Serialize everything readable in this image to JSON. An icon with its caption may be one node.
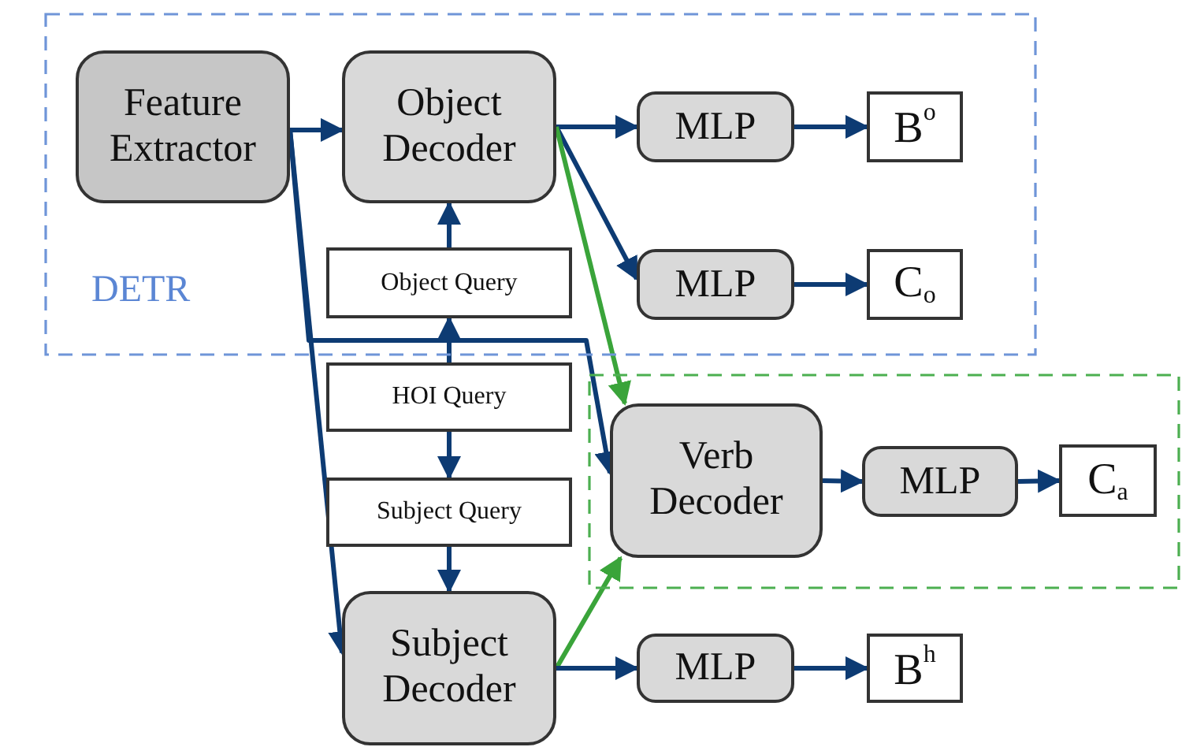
{
  "diagram": {
    "nodes": [
      {
        "text": [
          "DETR"
        ]
      },
      {
        "text": [
          "Feature Extractor"
        ],
        "in": 0
      },
      {
        "text": [
          "Object Decoder"
        ],
        "in": 0
      },
      {
        "text": [
          "MLP"
        ],
        "in": 0
      },
      {
        "text": [
          "B$^{o}$"
        ],
        "in": 0
      },
      {
        "text": [
          "MLP"
        ],
        "in": 0
      },
      {
        "text": [
          "C$_{o}$"
        ],
        "in": 0
      },
      {
        "text": [
          "Object Query"
        ],
        "in": 0
      },
      {
        "text": [],
        "shape": "box"
      },
      {
        "text": [
          "Verb Decoder"
        ],
        "in": 8
      },
      {
        "text": [
          "MLP"
        ],
        "in": 8
      },
      {
        "text": [
          "C$_{a}$"
        ],
        "in": 8
      },
      {
        "text": [
          "HOI Query"
        ]
      },
      {
        "text": [
          "Subject Query"
        ]
      },
      {
        "text": [
          "Subject Decoder"
        ]
      },
      {
        "text": [
          "MLP"
        ]
      },
      {
        "text": [
          "B$^{h}$"
        ]
      }
    ],
    "edges": [
      {
        "from": 1,
        "to": 2,
        "arrow": "to"
      },
      {
        "from": 1,
        "to": 9,
        "arrow": "to"
      },
      {
        "from": 1,
        "to": 14,
        "arrow": "to"
      },
      {
        "from": 2,
        "to": 3,
        "arrow": "to"
      },
      {
        "from": 2,
        "to": 5,
        "arrow": "to"
      },
      {
        "from": 3,
        "to": 4,
        "arrow": "to"
      },
      {
        "from": 5,
        "to": 6,
        "arrow": "to"
      },
      {
        "from": 7,
        "to": 2,
        "arrow": "to"
      },
      {
        "from": 12,
        "to": 7,
        "arrow": "to"
      },
      {
        "from": 12,
        "to": 13,
        "arrow": "to"
      },
      {
        "from": 13,
        "to": 14,
        "arrow": "to"
      },
      {
        "from": 2,
        "to": 9,
        "arrow": "to",
        "color": "#3aa43a"
      },
      {
        "from": 14,
        "to": 9,
        "arrow": "to",
        "color": "#3aa43a"
      },
      {
        "from": 9,
        "to": 10,
        "arrow": "to"
      },
      {
        "from": 10,
        "to": 11,
        "arrow": "to"
      },
      {
        "from": 14,
        "to": 15,
        "arrow": "to"
      },
      {
        "from": 15,
        "to": 16,
        "arrow": "to"
      }
    ]
  }
}
